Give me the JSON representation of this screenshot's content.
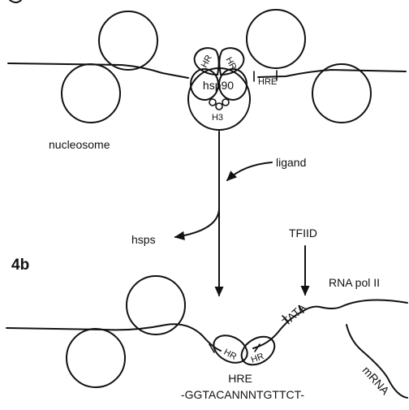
{
  "top_panel": {
    "hr_label_left": "HR",
    "hr_label_right": "HR",
    "hsp90_label": "hsp90",
    "h3_label": "H3",
    "hre_label": "HRE",
    "nucleosome_label": "nucleosome"
  },
  "pathway": {
    "ligand_label": "ligand",
    "hsps_label": "hsps"
  },
  "bottom_panel": {
    "panel_label": "4b",
    "tfiid_label": "TFIID",
    "tata_label": "TATA",
    "rna_pol_label": "RNA pol II",
    "hr_label_left": "HR",
    "hr_label_right": "HR",
    "hre_label": "HRE",
    "sequence": "-GGTACANNNTGTTCT-",
    "mrna_label": "mRNA"
  }
}
